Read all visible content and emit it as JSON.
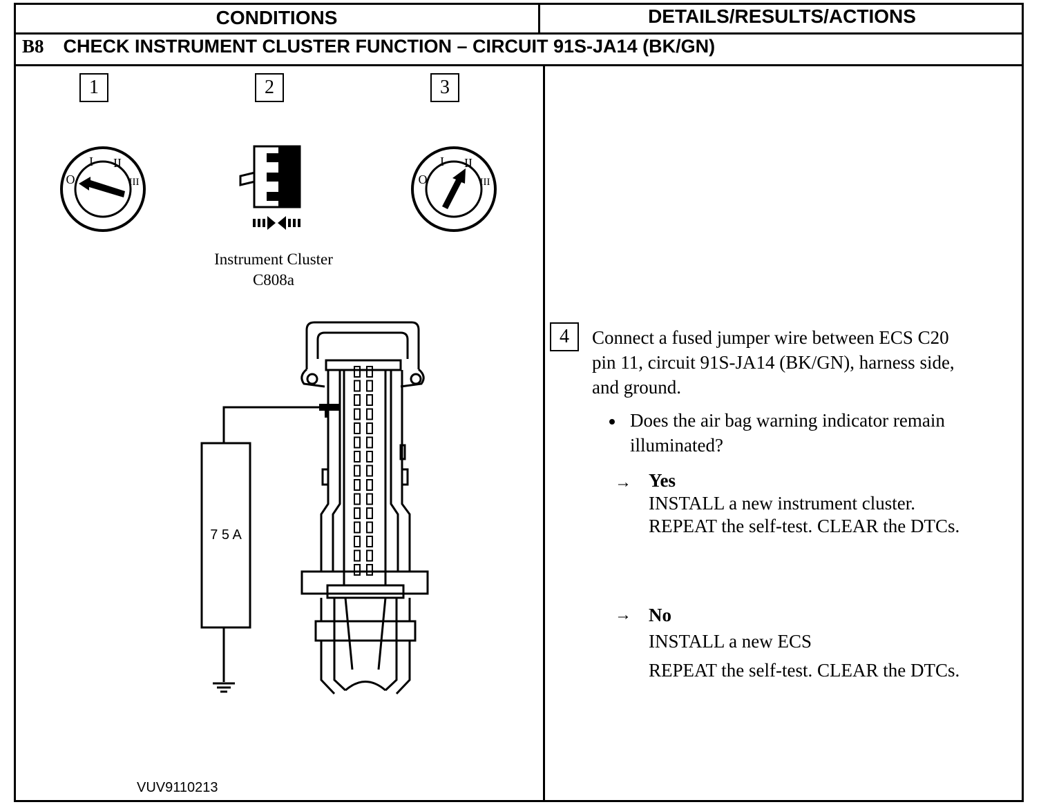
{
  "header": {
    "conditions": "CONDITIONS",
    "details": "DETAILS/RESULTS/ACTIONS"
  },
  "test": {
    "code": "B8",
    "title": "CHECK INSTRUMENT CLUSTER FUNCTION – CIRCUIT 91S-JA14 (BK/GN)"
  },
  "steps": {
    "s1": "1",
    "s2": "2",
    "s3": "3",
    "s4": "4"
  },
  "connector_caption": {
    "line1": "Instrument Cluster",
    "line2": "C808a"
  },
  "fuse_label": "7 5 A",
  "ref_code": "VUV9110213",
  "ignition_marks": {
    "off": "O",
    "acc": "I",
    "run": "II",
    "start": "III"
  },
  "instruction": {
    "line1": "Connect a fused jumper wire between ECS C20",
    "line2": "pin 11, circuit 91S-JA14 (BK/GN), harness side,",
    "line3": "and ground."
  },
  "question": {
    "line1": "Does the air bag warning indicator remain",
    "line2": "illuminated?"
  },
  "yes": {
    "label": "Yes",
    "line1": "INSTALL a new instrument cluster.",
    "line2": "REPEAT the self-test. CLEAR the DTCs."
  },
  "no": {
    "label": "No",
    "line1": "INSTALL a new ECS",
    "line2": "REPEAT the self-test. CLEAR the DTCs."
  },
  "arrow_glyph": "→"
}
